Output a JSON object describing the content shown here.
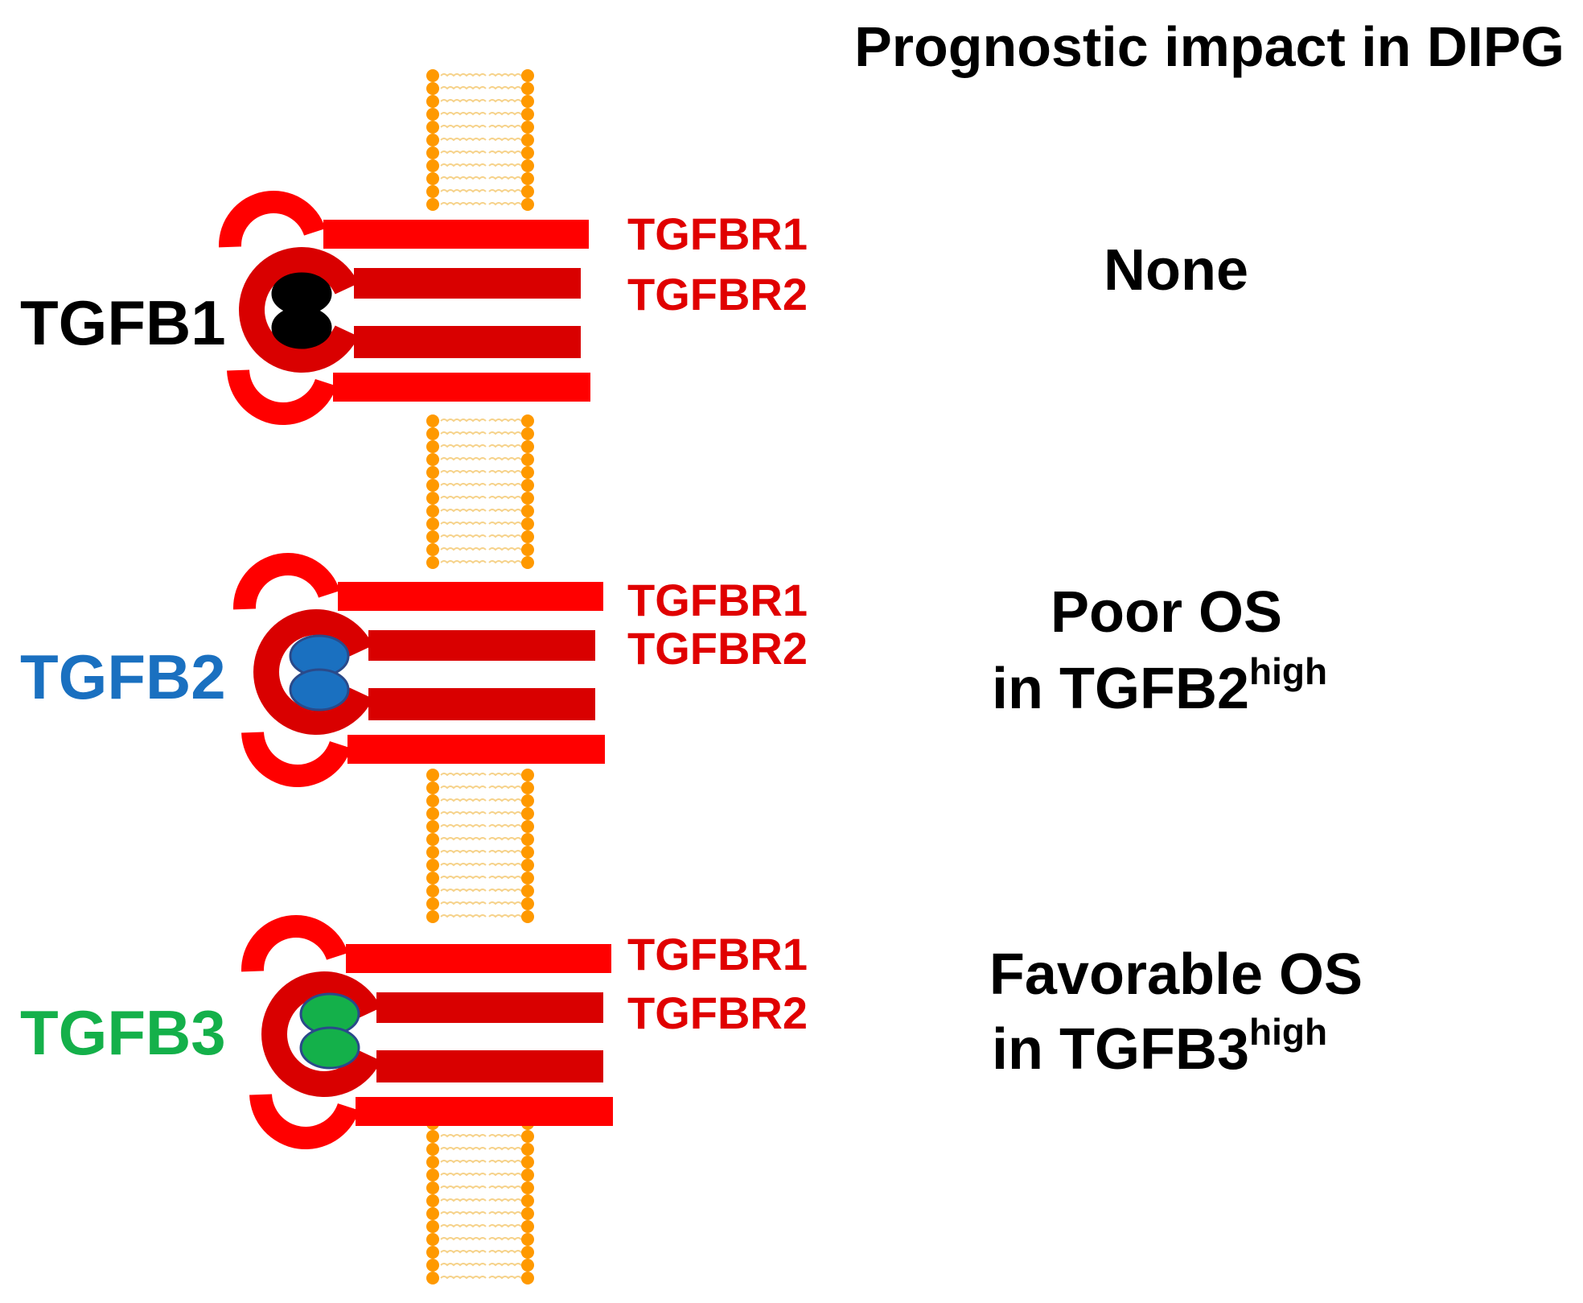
{
  "header": {
    "title": "Prognostic impact in DIPG"
  },
  "colors": {
    "receptor_outer": "#ff0000",
    "receptor_inner": "#d90000",
    "receptor_label": "#e00000",
    "membrane_dot": "#ff9900",
    "membrane_tail": "#f6d28a",
    "title_text": "#000000",
    "ligand_outline": "#2a4a8a"
  },
  "panels": [
    {
      "ligand": {
        "label": "TGFB1",
        "color": "#000000"
      },
      "receptors": {
        "r1": "TGFBR1",
        "r2": "TGFBR2"
      },
      "impact": {
        "line1": "None",
        "line2_prefix": "",
        "line2_sup": ""
      }
    },
    {
      "ligand": {
        "label": "TGFB2",
        "color": "#1a70c0"
      },
      "receptors": {
        "r1": "TGFBR1",
        "r2": "TGFBR2"
      },
      "impact": {
        "line1": "Poor OS",
        "line2_prefix": "in TGFB2",
        "line2_sup": "high"
      }
    },
    {
      "ligand": {
        "label": "TGFB3",
        "color": "#14b04a"
      },
      "receptors": {
        "r1": "TGFBR1",
        "r2": "TGFBR2"
      },
      "impact": {
        "line1": "Favorable OS",
        "line2_prefix": "in TGFB3",
        "line2_sup": "high"
      }
    }
  ]
}
